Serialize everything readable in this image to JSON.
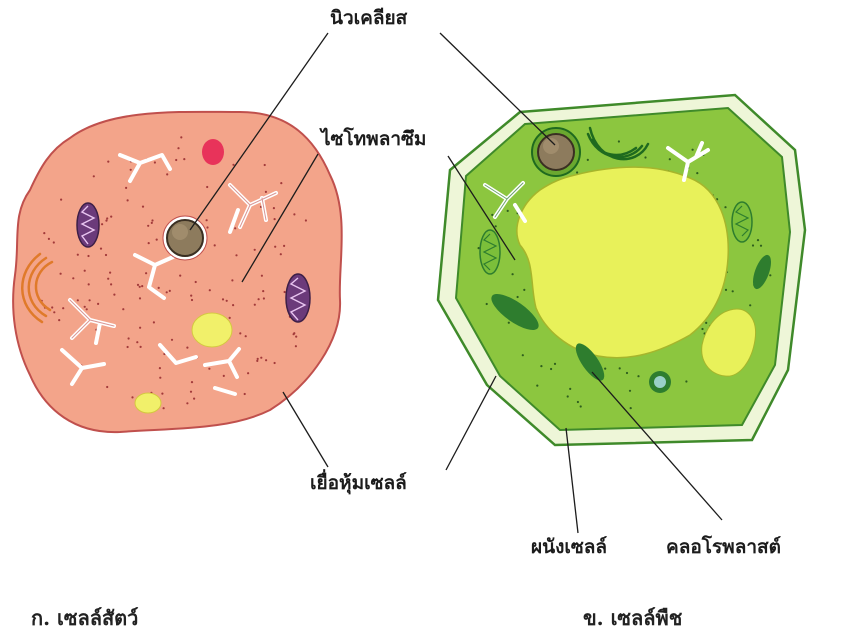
{
  "labels": {
    "nucleus": "นิวเคลียส",
    "cytoplasm": "ไซโทพลาซึม",
    "cell_membrane": "เยื่อหุ้มเซลล์",
    "cell_wall": "ผนังเซลล์",
    "chloroplast": "คลอโรพลาสต์"
  },
  "captions": {
    "animal_cell": "ก. เซลล์สัตว์",
    "plant_cell": "ข. เซลล์พืช"
  },
  "colors": {
    "animal_cytoplasm": "#f3a48a",
    "animal_outline": "#c0504d",
    "plant_wall_outer": "#eef6d8",
    "plant_wall_line": "#3f8a2a",
    "plant_cytoplasm": "#8cc63f",
    "vacuole": "#e8f15a",
    "chloroplast": "#2e7d2e",
    "nucleus": "#8d7b5d",
    "mitochondria": "#6b3a7a",
    "er": "#ffffff",
    "lysosome_red": "#e8335a",
    "lysosome_yellow": "#f1f06a",
    "golgi": "#e07a2a"
  }
}
